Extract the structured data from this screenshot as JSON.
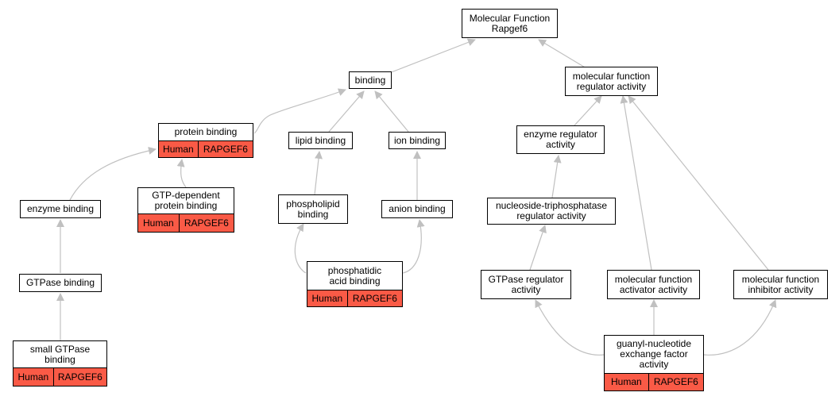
{
  "nodes": {
    "root": "Molecular Function\nRapgef6",
    "binding": "binding",
    "mf_regulator": "molecular function\nregulator activity",
    "protein_binding": "protein binding",
    "lipid_binding": "lipid binding",
    "ion_binding": "ion binding",
    "enzyme_regulator": "enzyme regulator\nactivity",
    "enzyme_binding": "enzyme binding",
    "gtp_dependent": "GTP-dependent\nprotein binding",
    "phospholipid": "phospholipid\nbinding",
    "anion_binding": "anion binding",
    "ntpase_regulator": "nucleoside-triphosphatase\nregulator activity",
    "gtpase_binding": "GTPase binding",
    "phosphatidic": "phosphatidic\nacid binding",
    "gtpase_regulator": "GTPase regulator\nactivity",
    "mf_activator": "molecular function\nactivator activity",
    "mf_inhibitor": "molecular function\ninhibitor activity",
    "small_gtpase": "small GTPase\nbinding",
    "guanyl": "guanyl-nucleotide\nexchange factor\nactivity"
  },
  "annotations": {
    "species": "Human",
    "gene": "RAPGEF6"
  },
  "colors": {
    "annotation_fill": "#fa5a46",
    "edge": "#c0c0c0"
  }
}
